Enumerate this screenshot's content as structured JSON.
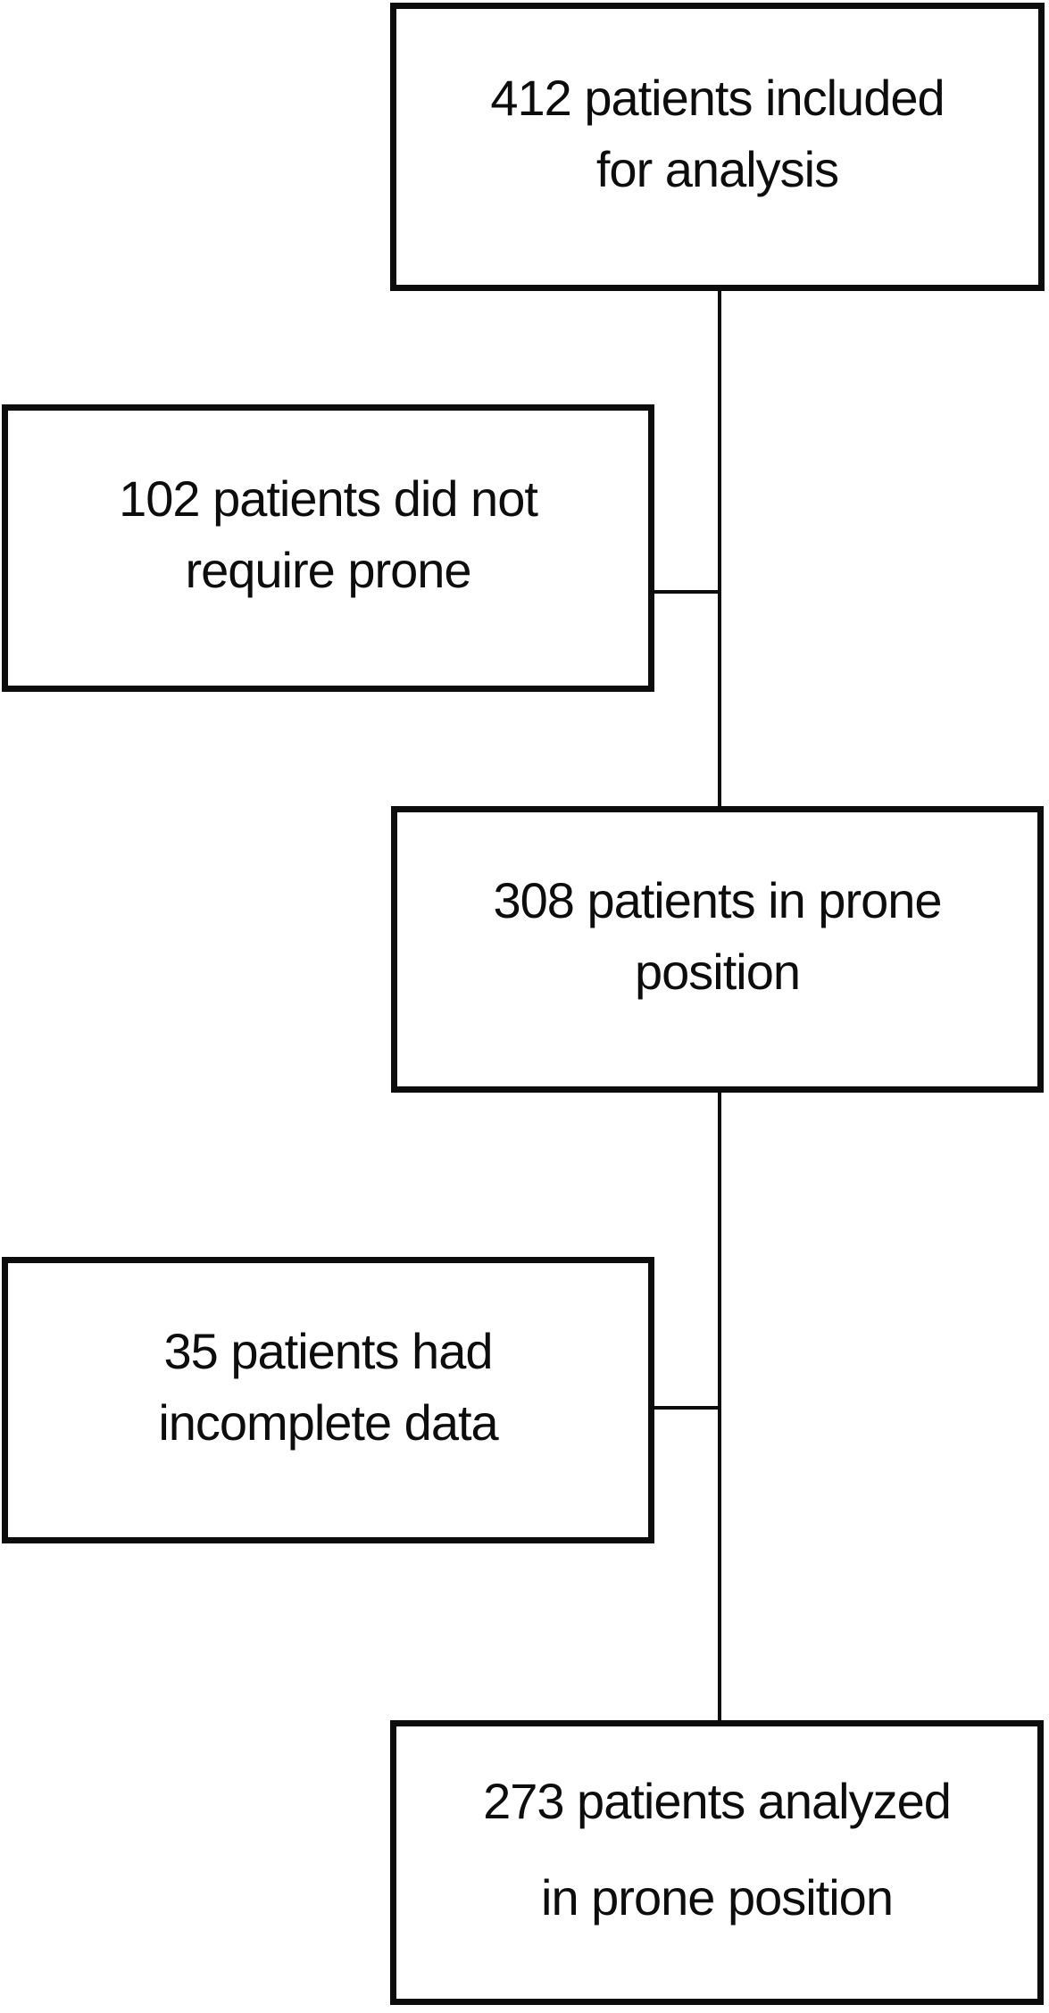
{
  "diagram": {
    "type": "flowchart",
    "background_color": "#ffffff",
    "box_border_color": "#0d0d0d",
    "connector_color": "#0d0d0d",
    "text_color": "#0d0d0d",
    "nodes": [
      {
        "id": "included",
        "line1": "412 patients included",
        "line2": "for analysis"
      },
      {
        "id": "no-prone",
        "line1": "102 patients did not",
        "line2": "require prone"
      },
      {
        "id": "prone",
        "line1": "308 patients in prone",
        "line2": "position"
      },
      {
        "id": "incomplete",
        "line1": "35 patients had",
        "line2": "incomplete data"
      },
      {
        "id": "analyzed",
        "line1": "273 patients analyzed",
        "line2": "in prone position"
      }
    ],
    "edges": [
      {
        "from": "included",
        "to": "prone",
        "style": "vertical-line"
      },
      {
        "from": "no-prone",
        "to": "included-prone-spine",
        "style": "horizontal-stub"
      },
      {
        "from": "prone",
        "to": "analyzed",
        "style": "vertical-line"
      },
      {
        "from": "incomplete",
        "to": "prone-analyzed-spine",
        "style": "horizontal-stub"
      }
    ]
  }
}
